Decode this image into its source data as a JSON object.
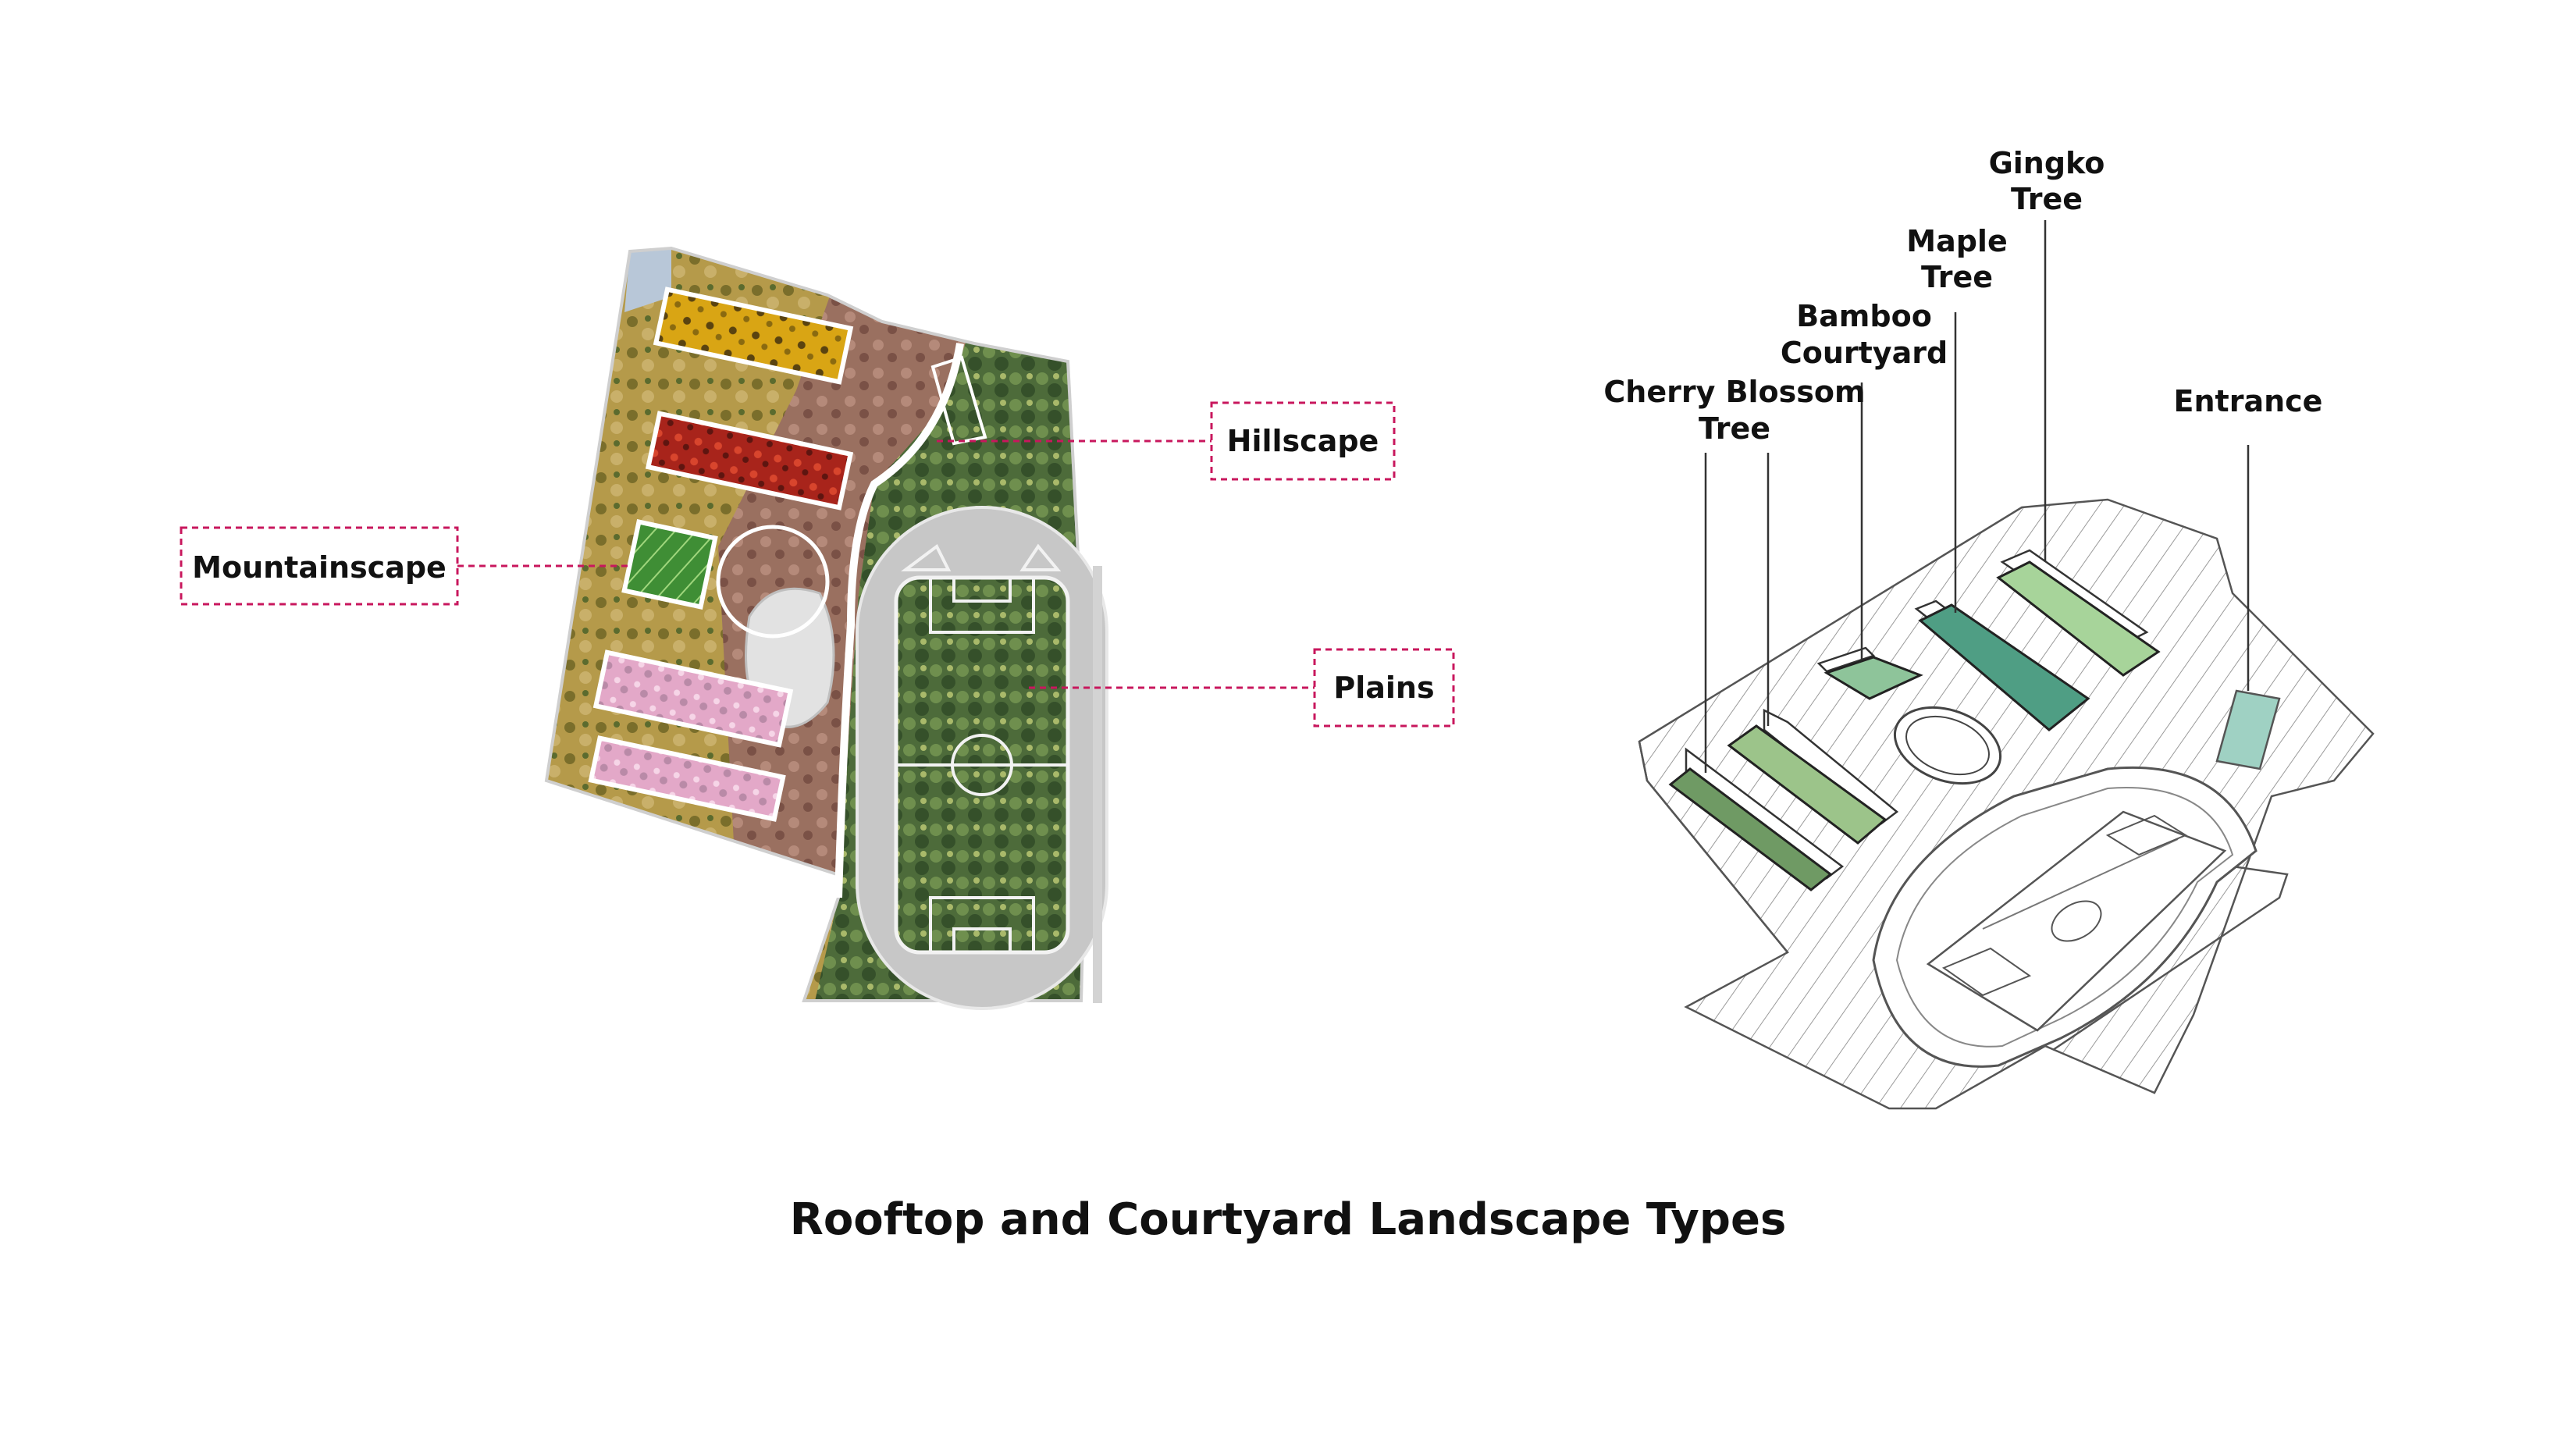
{
  "title": "Rooftop and Courtyard Landscape Types",
  "plan": {
    "labels": {
      "mountainscape": "Mountainscape",
      "hillscape": "Hillscape",
      "plains": "Plains"
    },
    "callout_color": "#c8175d"
  },
  "axon": {
    "labels": {
      "cherry_line1": "Cherry Blossom",
      "cherry_line2": "Tree",
      "bamboo_line1": "Bamboo",
      "bamboo_line2": "Courtyard",
      "maple_line1": "Maple",
      "maple_line2": "Tree",
      "gingko_line1": "Gingko",
      "gingko_line2": "Tree",
      "entrance": "Entrance"
    },
    "colors": {
      "cherry": "#6f9a64",
      "cherry_b": "#9cc48a",
      "bamboo": "#8ec49a",
      "maple": "#4f9e84",
      "gingko": "#a7d49a",
      "entrance": "#9fd1c3"
    }
  }
}
